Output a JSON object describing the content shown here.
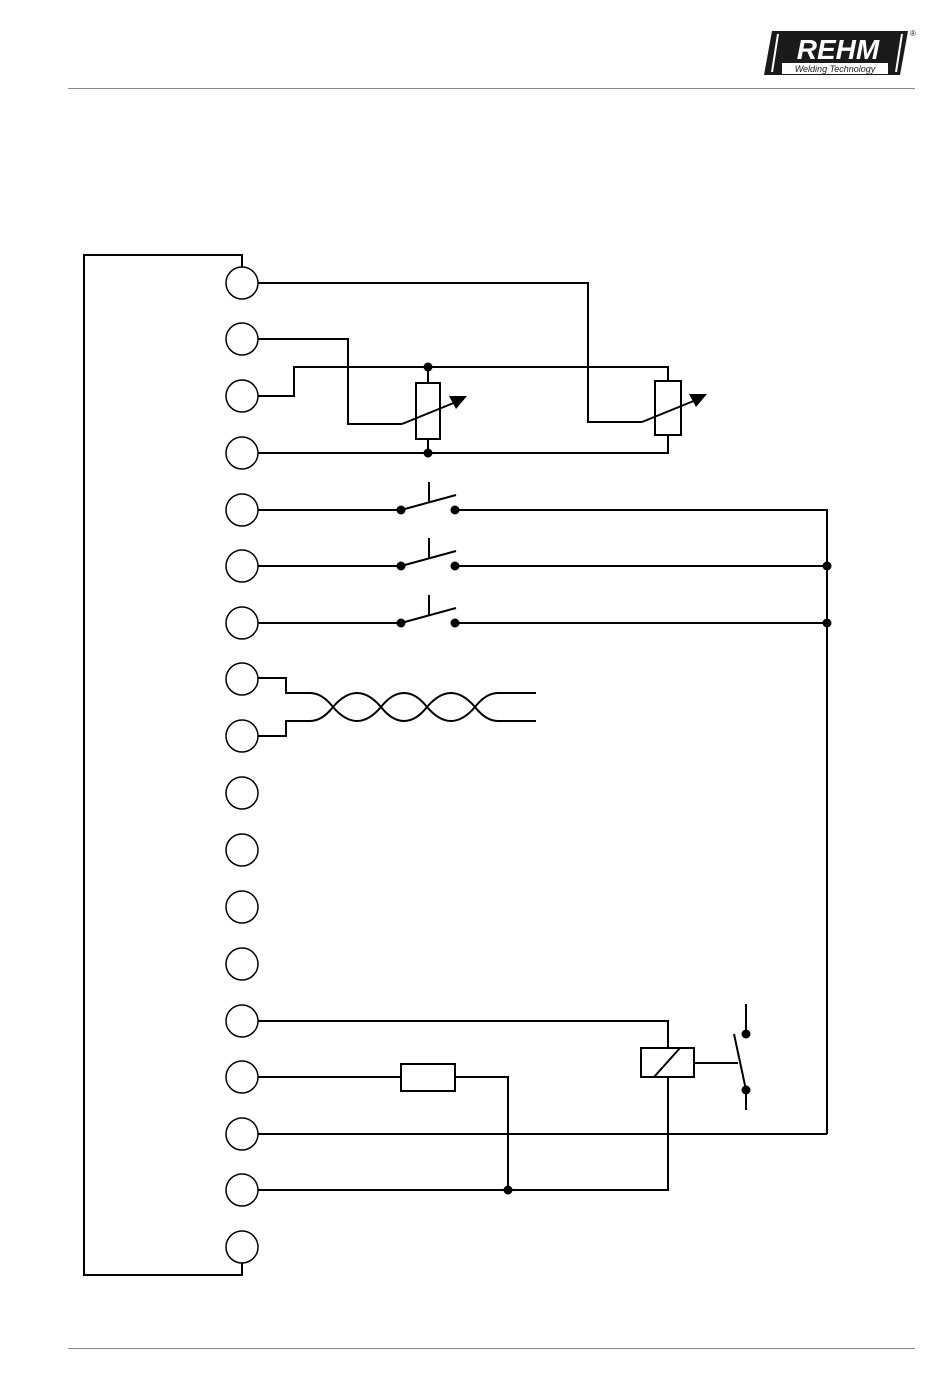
{
  "header": {
    "brand": "REHM",
    "tagline": "Welding Technology",
    "registered_mark": "®",
    "brand_color": "#1a1a1a"
  },
  "diagram": {
    "terminal_count": 18,
    "components": [
      "potentiometer-1",
      "potentiometer-2",
      "push-button-1",
      "push-button-2",
      "push-button-3",
      "twisted-pair",
      "resistor",
      "relay-coil",
      "relay-contact"
    ]
  }
}
